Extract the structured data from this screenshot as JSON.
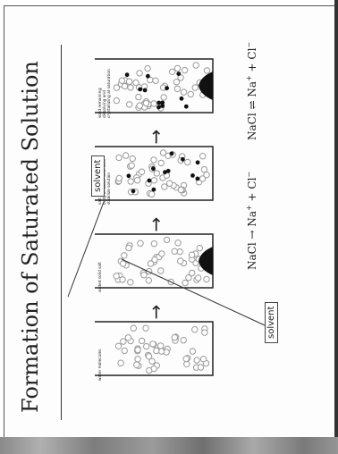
{
  "title": "Formation of Saturated Solution",
  "beakers": [
    {
      "caption": "water molecules"
    },
    {
      "caption": "added solid salt"
    },
    {
      "caption": "salt dissociates into the body of water until ions stabilize solution"
    },
    {
      "caption": "solid remaining; dissolving and crystallizing at saturation"
    }
  ],
  "arrows": [
    "→",
    "→",
    "→"
  ],
  "labels": {
    "solvent_top": "solvent",
    "solvent_bottom": "solvent"
  },
  "equations": {
    "dissolve": {
      "lhs": "NaCl → Na",
      "plus1": "+",
      "mid": " + Cl",
      "minus1": "−"
    },
    "equilibrium": {
      "lhs": "NaCl ⇌ Na",
      "plus1": "+",
      "mid": " + Cl",
      "minus1": "−"
    }
  },
  "colors": {
    "ink": "#222222",
    "particle": "#9a9a9a",
    "ion": "#111111"
  }
}
